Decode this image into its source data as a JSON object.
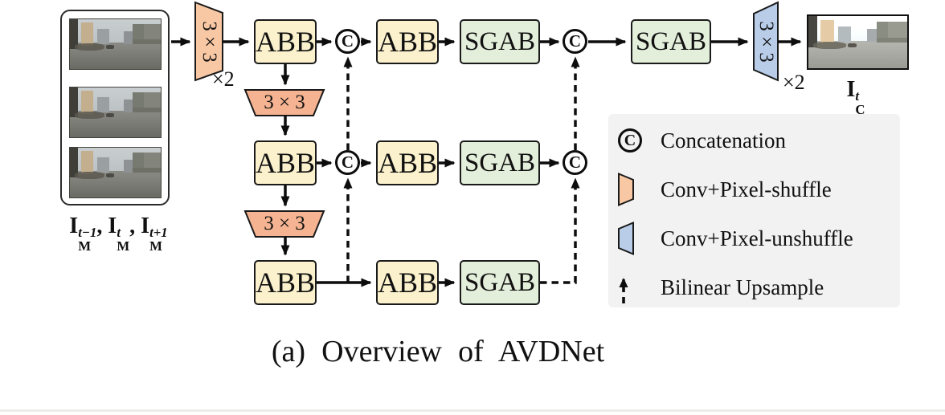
{
  "figure": {
    "caption": "(a) Overview of AVDNet"
  },
  "labels": {
    "abb": "ABB",
    "sgab": "SGAB",
    "conv3x3": "3 × 3",
    "concat": "C",
    "times2": "×2"
  },
  "io": {
    "in1_base": "I",
    "in1_sub": "M",
    "in1_sup": "t−1",
    "sep1": ", ",
    "in2_base": "I",
    "in2_sub": "M",
    "in2_sup": "t",
    "sep2": ", ",
    "in3_base": "I",
    "in3_sub": "M",
    "in3_sup": "t+1",
    "out_base": "I",
    "out_sub": "C",
    "out_sup": "t"
  },
  "legend": {
    "items": [
      {
        "symbol": "concat-circle",
        "label": "Concatenation"
      },
      {
        "symbol": "orange-trapezoid",
        "label": "Conv+Pixel-shuffle"
      },
      {
        "symbol": "blue-trapezoid",
        "label": "Conv+Pixel-unshuffle"
      },
      {
        "symbol": "dashed-up-arrow",
        "label": "Bilinear Upsample"
      }
    ]
  },
  "colors": {
    "abb_fill": "#fbf2cd",
    "sgab_fill": "#e3efda",
    "pixel_shuffle_fill": "#f8c7a3",
    "conv_downsample_fill": "#f5b391",
    "pixel_unshuffle_fill": "#b9cde9",
    "legend_bg": "#f2f2f2",
    "line": "#111111"
  }
}
